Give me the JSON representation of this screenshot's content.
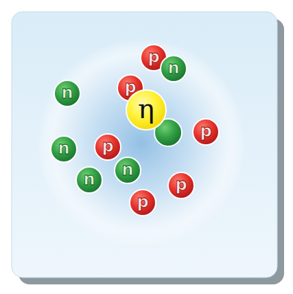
{
  "diagram": {
    "nodes": [
      {
        "text": [
          "p"
        ]
      },
      {
        "text": [
          "n"
        ]
      },
      {
        "text": [
          "p"
        ]
      },
      {
        "text": [
          "n"
        ]
      },
      {
        "text": [
          "η"
        ]
      },
      {
        "text": [
          "p"
        ]
      },
      {
        "text": [
          "p"
        ]
      },
      {
        "text": [
          "n"
        ]
      },
      {
        "text": [
          "n"
        ]
      },
      {
        "text": [
          "n"
        ]
      },
      {
        "text": [
          "p"
        ]
      },
      {
        "text": [
          "p"
        ]
      }
    ]
  }
}
